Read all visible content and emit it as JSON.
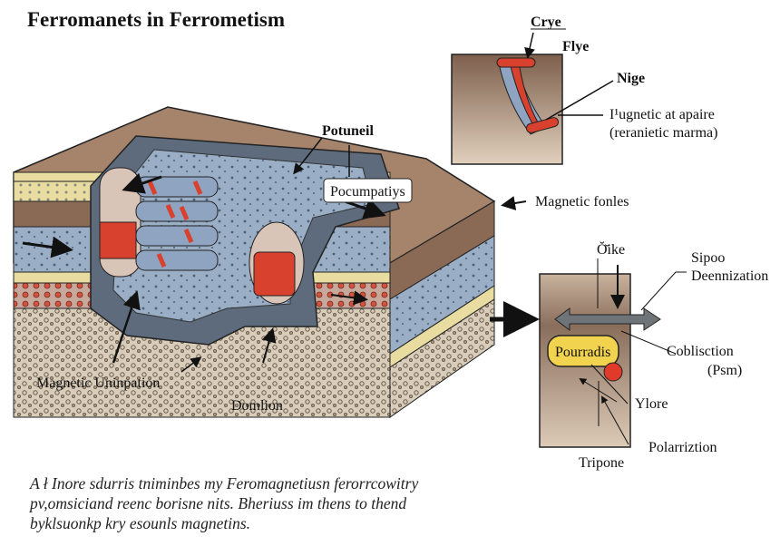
{
  "title": "Ferromanets in Ferrometism",
  "main_block": {
    "labels": {
      "top": "Potuneil",
      "boxed": "Pocumpatiys",
      "right": "Magnetic fonles",
      "bottom_left": "Magnetic Uninpation",
      "bottom_center": "Domlion"
    }
  },
  "inset_top": {
    "labels": {
      "crye": "Crye",
      "flye": "Flye",
      "nige": "Nige",
      "line1": "I¹ugnetic at apaire",
      "line2": "(reranietic marma)"
    }
  },
  "inset_bottom": {
    "labels": {
      "top": "Ŏ̆ike",
      "sipoo": "Sipoo",
      "deennization": "Deennization",
      "blob": "Pourradis",
      "coblisction": "Coblisction",
      "psm": "(Psm)",
      "ylore": "Ylore",
      "polarization": "Polarriztion",
      "tripone": "Tripone"
    }
  },
  "caption": {
    "lines": [
      "A ł Inore sdurris tniminbes my Feromagnetiusn ferorrcowitry",
      "pv,omsiciand reenc borisne nits.  Bheriuss im thens to thend",
      "byklsuonkp kry esounls magnetins."
    ]
  },
  "colors": {
    "brown": "#8a6a55",
    "blue": "#8ea4c0",
    "red": "#d9412f",
    "tan": "#d8c68a",
    "gray_slate": "#5d6b7d"
  }
}
